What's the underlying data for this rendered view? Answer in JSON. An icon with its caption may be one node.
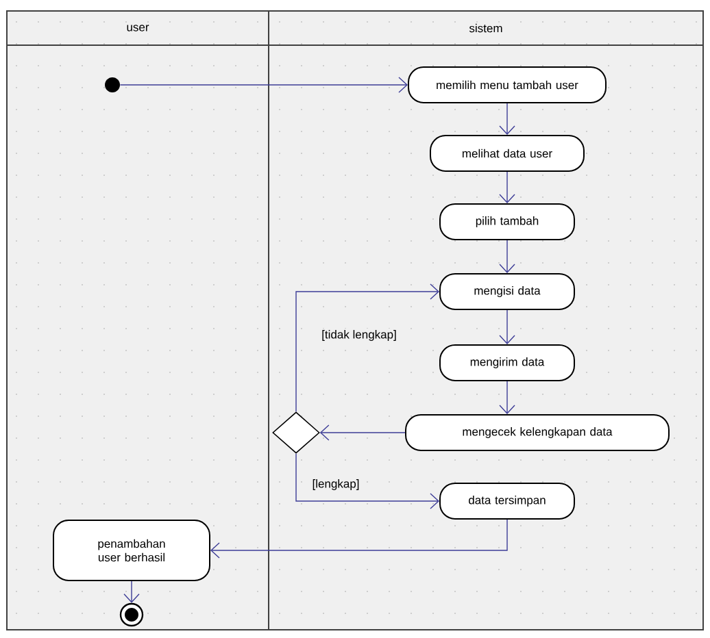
{
  "diagram": {
    "nodes": [
      {
        "text": [
          "user"
        ]
      },
      {
        "text": [
          "sistem"
        ]
      },
      {
        "text": [],
        "shape": "circle",
        "in": 0
      },
      {
        "text": [
          "memilih menu tambah user"
        ],
        "in": 1
      },
      {
        "text": [
          "melihat data user"
        ],
        "in": 1
      },
      {
        "text": [
          "pilih tambah"
        ],
        "in": 1
      },
      {
        "text": [
          "mengisi data"
        ],
        "in": 1
      },
      {
        "text": [
          "mengirim data"
        ],
        "in": 1
      },
      {
        "text": [
          "mengecek kelengkapan data"
        ],
        "in": 1
      },
      {
        "text": [],
        "shape": "diamond",
        "in": 1
      },
      {
        "text": [
          "data tersimpan"
        ],
        "in": 1
      },
      {
        "text": [
          "penambahan user berhasil"
        ],
        "in": 0
      },
      {
        "text": [],
        "shape": "bullseye",
        "in": 0
      }
    ],
    "edges": [
      {
        "from": 2,
        "to": 3,
        "arrow": "to"
      },
      {
        "from": 3,
        "to": 4,
        "arrow": "to"
      },
      {
        "from": 4,
        "to": 5,
        "arrow": "to"
      },
      {
        "from": 5,
        "to": 6,
        "arrow": "to"
      },
      {
        "from": 6,
        "to": 7,
        "arrow": "to"
      },
      {
        "from": 7,
        "to": 8,
        "arrow": "to"
      },
      {
        "from": 8,
        "to": 9,
        "arrow": "to"
      },
      {
        "from": 9,
        "to": 6,
        "arrow": "to",
        "label": "[tidak lengkap]"
      },
      {
        "from": 9,
        "to": 10,
        "arrow": "to",
        "label": "[lengkap]"
      },
      {
        "from": 10,
        "to": 11,
        "arrow": "to"
      },
      {
        "from": 11,
        "to": 12,
        "arrow": "to"
      }
    ]
  }
}
